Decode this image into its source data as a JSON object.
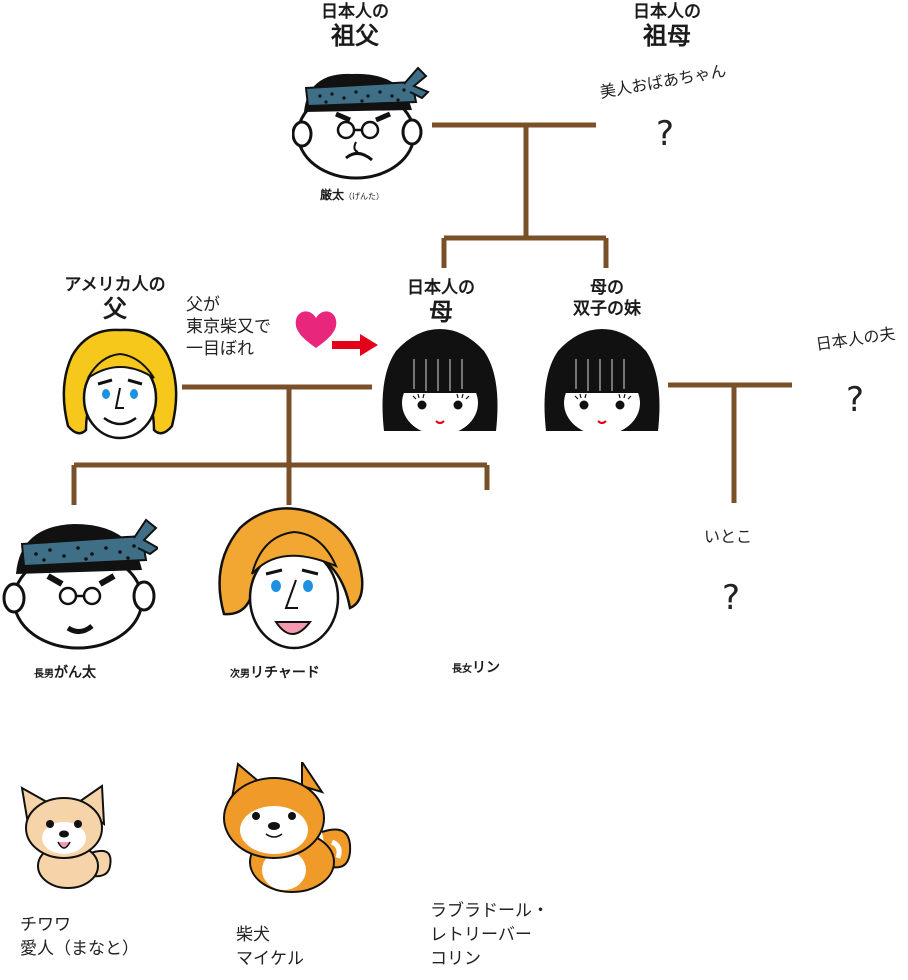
{
  "colors": {
    "line": "#7a5028",
    "heart": "#e8277c",
    "arrow": "#e3001b",
    "blonde": "#f6c81c",
    "ginger": "#f3a733",
    "bandana": "#3e6f86",
    "hair_black": "#111111"
  },
  "grandfather": {
    "line1": "日本人の",
    "line2": "祖父",
    "name": "厳太",
    "reading": "（げんた）",
    "icon": "grandfather-face"
  },
  "grandmother": {
    "line1": "日本人の",
    "line2": "祖母",
    "note": "美人おばあちゃん",
    "unknown": "?"
  },
  "father": {
    "line1": "アメリカ人の",
    "line2": "父",
    "icon": "blonde-father-face"
  },
  "love_note": {
    "line1": "父が",
    "line2": "東京柴又で",
    "line3": "一目ぼれ",
    "icon1": "heart-icon",
    "icon2": "arrow-right-icon"
  },
  "mother": {
    "line1": "日本人の",
    "line2": "母",
    "icon": "bob-hair-face"
  },
  "aunt": {
    "line1": "母の",
    "line2": "双子の妹",
    "icon": "bob-hair-face"
  },
  "uncle": {
    "label": "日本人の夫",
    "unknown": "?"
  },
  "cousin": {
    "label": "いとこ",
    "unknown": "?"
  },
  "children": [
    {
      "caption_prefix": "長男",
      "caption_name": "がん太"
    },
    {
      "caption_prefix": "次男",
      "caption_name": "リチャード"
    },
    {
      "caption_prefix": "長女",
      "caption_name": "リン"
    }
  ],
  "pets": [
    {
      "line1": "チワワ",
      "line2": "愛人（まなと）",
      "icon": "chihuahua"
    },
    {
      "line1": "柴犬",
      "line2": "マイケル",
      "icon": "shiba-inu"
    },
    {
      "line1": "ラブラドール・",
      "line2": "レトリーバー",
      "line3": "コリン"
    }
  ]
}
